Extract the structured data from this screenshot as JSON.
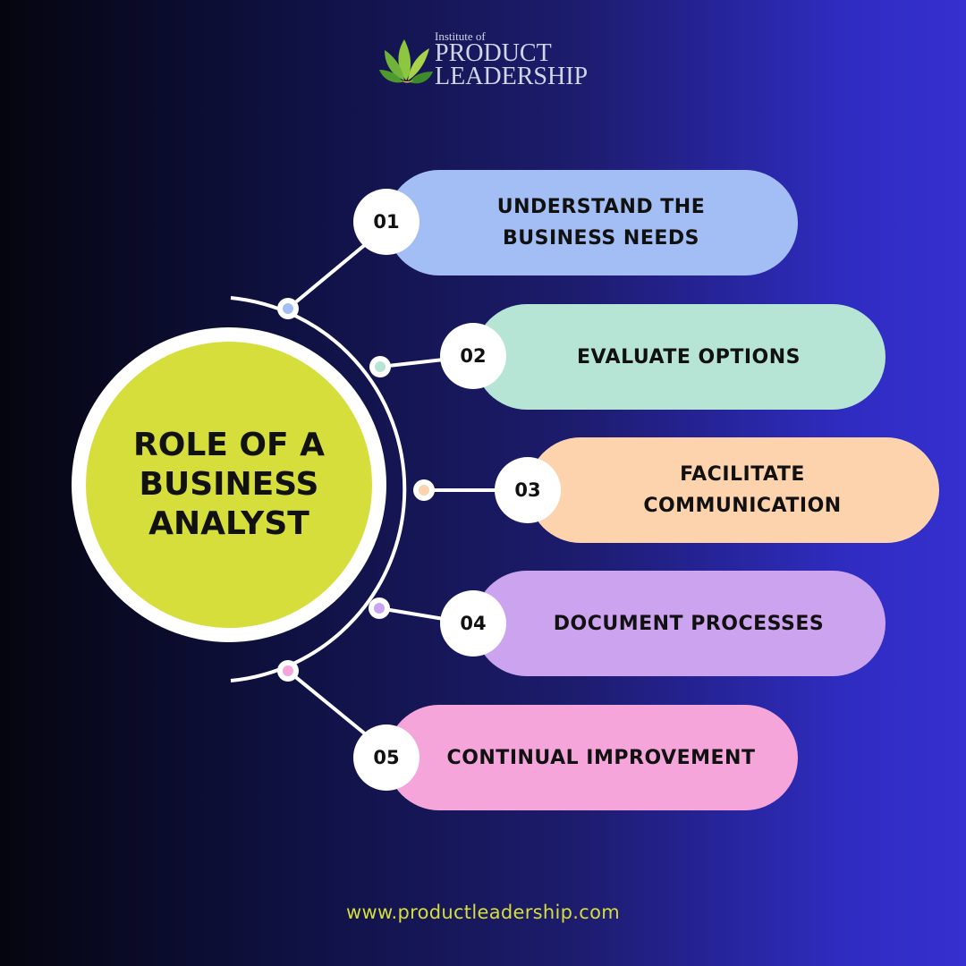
{
  "logo": {
    "line1": "Institute of",
    "line2": "PRODUCT",
    "line3": "LEADERSHIP",
    "icon": "leaf-logo-icon"
  },
  "center": {
    "title": "ROLE OF A BUSINESS ANALYST",
    "color": "#d5de3a"
  },
  "steps": [
    {
      "number": "01",
      "label": "UNDERSTAND THE BUSINESS NEEDS",
      "color": "#a3bdf5"
    },
    {
      "number": "02",
      "label": "EVALUATE OPTIONS",
      "color": "#b6e5d5"
    },
    {
      "number": "03",
      "label": "FACILITATE COMMUNICATION",
      "color": "#fdd3ae"
    },
    {
      "number": "04",
      "label": "DOCUMENT PROCESSES",
      "color": "#cca3ef"
    },
    {
      "number": "05",
      "label": "CONTINUAL IMPROVEMENT",
      "color": "#f6a5da"
    }
  ],
  "footer": {
    "url": "www.productleadership.com"
  }
}
